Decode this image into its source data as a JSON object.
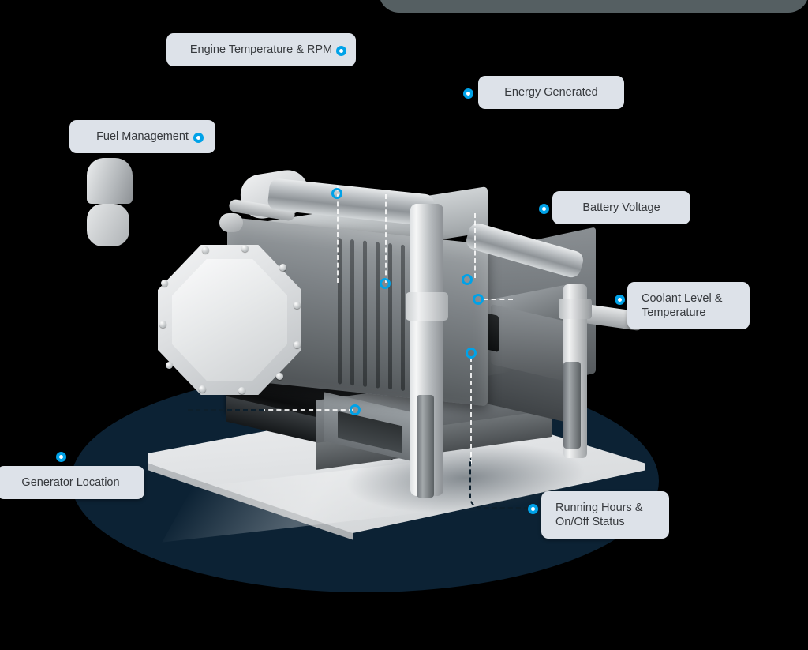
{
  "title": "Generator Monitoring Features Diagram",
  "colors": {
    "background": "#000000",
    "ellipse": "#0c2234",
    "topbar": "#555f62",
    "label_bg": "#dde2e9",
    "label_text": "#36393d",
    "accent_blue": "#00a2e8",
    "connector_light": "#ffffff",
    "connector_dark": "#0d1f2c"
  },
  "labels": [
    {
      "id": "engine-temperature-rpm",
      "text": "Engine Temperature & RPM",
      "dot_side": "right",
      "align": "center"
    },
    {
      "id": "energy-generated",
      "text": "Energy Generated",
      "dot_side": "left",
      "align": "center"
    },
    {
      "id": "fuel-management",
      "text": "Fuel Management",
      "dot_side": "right",
      "align": "center"
    },
    {
      "id": "battery-voltage",
      "text": "Battery  Voltage",
      "dot_side": "left",
      "align": "center"
    },
    {
      "id": "coolant-level-temperature",
      "text": "Coolant Level &\nTemperature",
      "dot_side": "left",
      "align": "left"
    },
    {
      "id": "running-hours-onoff-status",
      "text": "Running Hours &\nOn/Off Status",
      "dot_side": "left",
      "align": "left"
    },
    {
      "id": "generator-location",
      "text": "Generator Location",
      "dot_side": "top",
      "align": "center"
    }
  ],
  "anchors": [
    {
      "id": "anchor-engine-temperature-rpm",
      "style": "ring"
    },
    {
      "id": "anchor-energy-generated",
      "style": "ring"
    },
    {
      "id": "anchor-battery-voltage",
      "style": "ring"
    },
    {
      "id": "anchor-coolant-level",
      "style": "ring"
    },
    {
      "id": "anchor-running-hours",
      "style": "ring"
    },
    {
      "id": "anchor-fuel-management",
      "style": "ring"
    }
  ],
  "subject": {
    "name": "industrial-generator",
    "caption": ""
  }
}
